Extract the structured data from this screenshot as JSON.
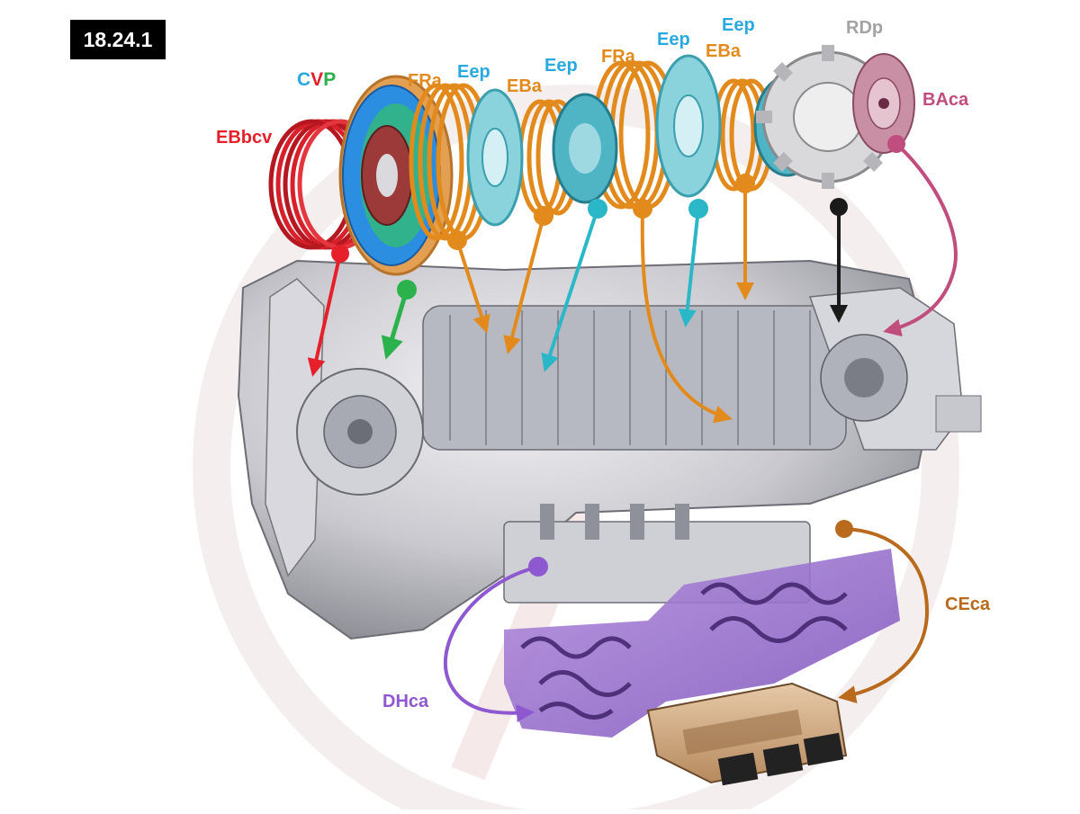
{
  "figure_id": "18.24.1",
  "colors": {
    "red": "#e5202a",
    "green": "#2bb24c",
    "orange": "#e38a1c",
    "cyan": "#2aa8e0",
    "grey": "#a3a3a3",
    "magenta": "#c04d7e",
    "purple": "#8d58d0",
    "brown": "#b96a1c",
    "black": "#000000"
  },
  "labels": {
    "cvp_c": "C",
    "cvp_v": "V",
    "cvp_p": "P",
    "ebbcv": "EBbcv",
    "fra_1": "FRa",
    "eep_1": "Eep",
    "eba_1": "EBa",
    "eep_2": "Eep",
    "fra_2": "FRa",
    "eep_3": "Eep",
    "eba_2": "EBa",
    "eep_4": "Eep",
    "rdp": "RDp",
    "baca": "BAca",
    "ceca": "CEca",
    "dhca": "DHca"
  },
  "icons": [
    "watermark-circle-icon",
    "torque-converter-icon",
    "clutch-pack-icon",
    "planetary-gearset-icon",
    "parking-gear-icon",
    "rotor-disc-icon",
    "valve-body-icon",
    "control-unit-icon",
    "transmission-housing-icon"
  ]
}
